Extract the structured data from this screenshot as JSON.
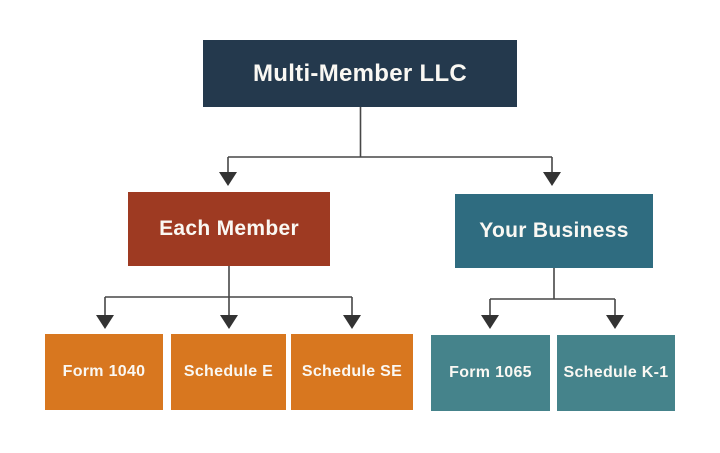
{
  "diagram": {
    "root": {
      "label": "Multi-Member LLC",
      "color": "#24394d"
    },
    "branches": [
      {
        "label": "Each Member",
        "color": "#9e3a22",
        "children": [
          {
            "label": "Form 1040",
            "color": "#d8771f"
          },
          {
            "label": "Schedule E",
            "color": "#d8771f"
          },
          {
            "label": "Schedule SE",
            "color": "#d8771f"
          }
        ]
      },
      {
        "label": "Your Business",
        "color": "#2f6c80",
        "children": [
          {
            "label": "Form 1065",
            "color": "#45838b"
          },
          {
            "label": "Schedule K-1",
            "color": "#45838b"
          }
        ]
      }
    ],
    "line_color": "#474747",
    "arrow_color": "#333333",
    "background": "#ffffff",
    "text_color": "#faf8f3"
  }
}
